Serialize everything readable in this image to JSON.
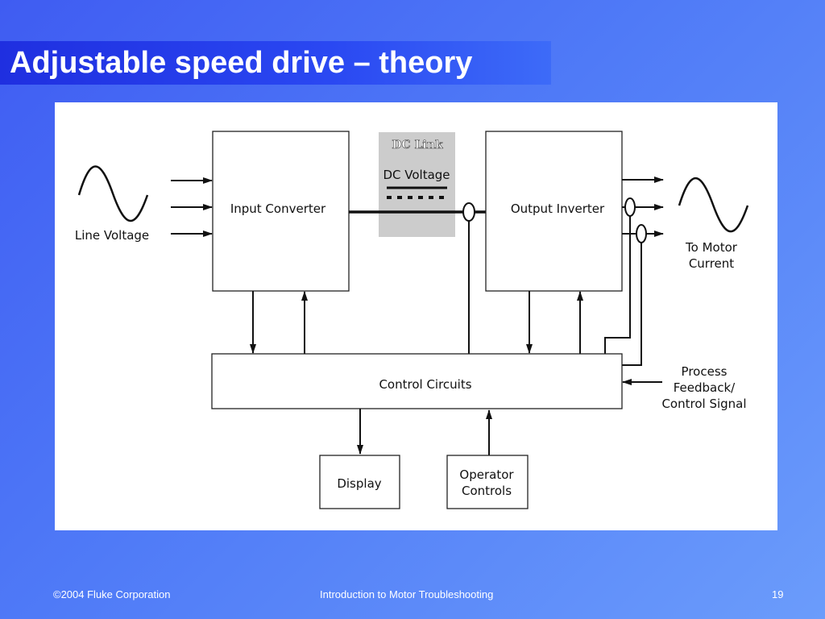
{
  "slide": {
    "title": "Adjustable speed drive – theory",
    "page_number": "19"
  },
  "footer": {
    "copyright": "©2004 Fluke Corporation",
    "course": "Introduction to Motor Troubleshooting"
  },
  "diagram": {
    "line_voltage": "Line Voltage",
    "input_converter": "Input Converter",
    "dc_link_heading": "DC Link",
    "dc_voltage": "DC Voltage",
    "output_inverter": "Output Inverter",
    "to_motor_line1": "To Motor",
    "to_motor_line2": "Current",
    "control_circuits": "Control Circuits",
    "process_line1": "Process",
    "process_line2": "Feedback/",
    "process_line3": "Control Signal",
    "display": "Display",
    "operator_line1": "Operator",
    "operator_line2": "Controls"
  },
  "colors": {
    "background_start": "#3f5cf2",
    "background_end": "#6b9cfb",
    "title_bar": "#1f2fe0",
    "dc_link_fill": "#cccccc"
  }
}
